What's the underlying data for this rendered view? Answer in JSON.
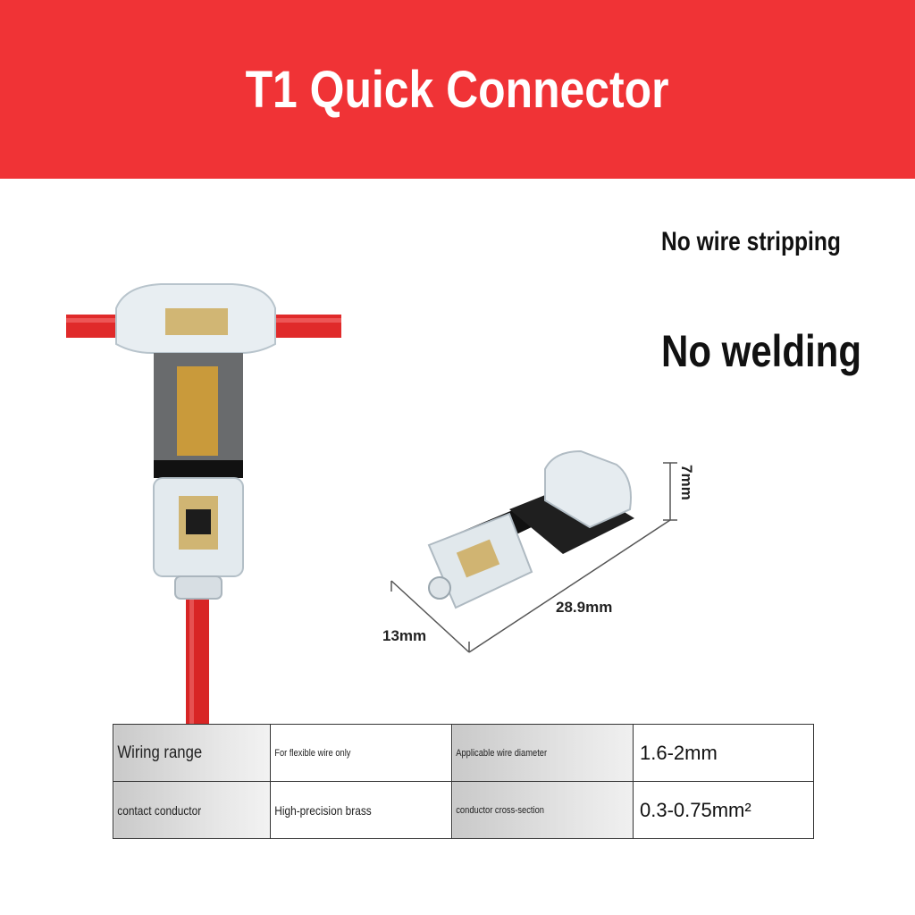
{
  "banner": {
    "title": "T1 Quick Connector",
    "color": "#f03336"
  },
  "features": {
    "line1": "No wire stripping",
    "line2": "No welding"
  },
  "dimensions": {
    "height": "7mm",
    "length": "28.9mm",
    "width": "13mm"
  },
  "specs": [
    {
      "label": "Wiring range",
      "note": "For flexible wire only",
      "label2": "Applicable wire diameter",
      "value": "1.6-2mm"
    },
    {
      "label": "contact conductor",
      "note": "High-precision brass",
      "label2": "conductor cross-section",
      "value": "0.3-0.75mm²"
    }
  ],
  "wire_color": "#e02a2a"
}
